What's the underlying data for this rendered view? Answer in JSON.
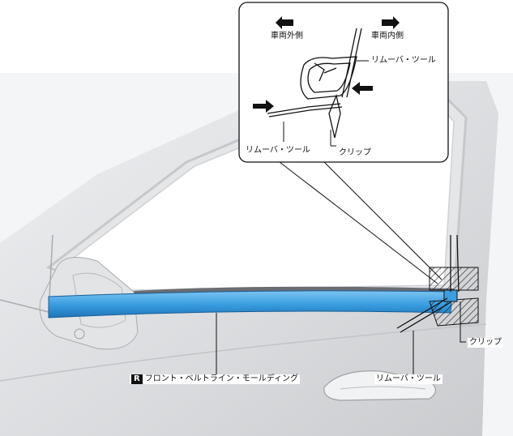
{
  "callouts": {
    "direction_outer": "車両外側",
    "direction_inner": "車両内側",
    "removal_tool_top": "リムーバ・ツール",
    "removal_tool_left": "リムーバ・ツール",
    "clip_detail": "クリップ"
  },
  "main": {
    "part_badge": "R",
    "part_name": "フロント・ベルトライン・モールディング",
    "clip": "クリップ",
    "removal_tool": "リムーバ・ツール"
  },
  "colors": {
    "molding_blue": "#3a9ee0",
    "door_gray": "#d6d8db",
    "outline": "#111111"
  }
}
